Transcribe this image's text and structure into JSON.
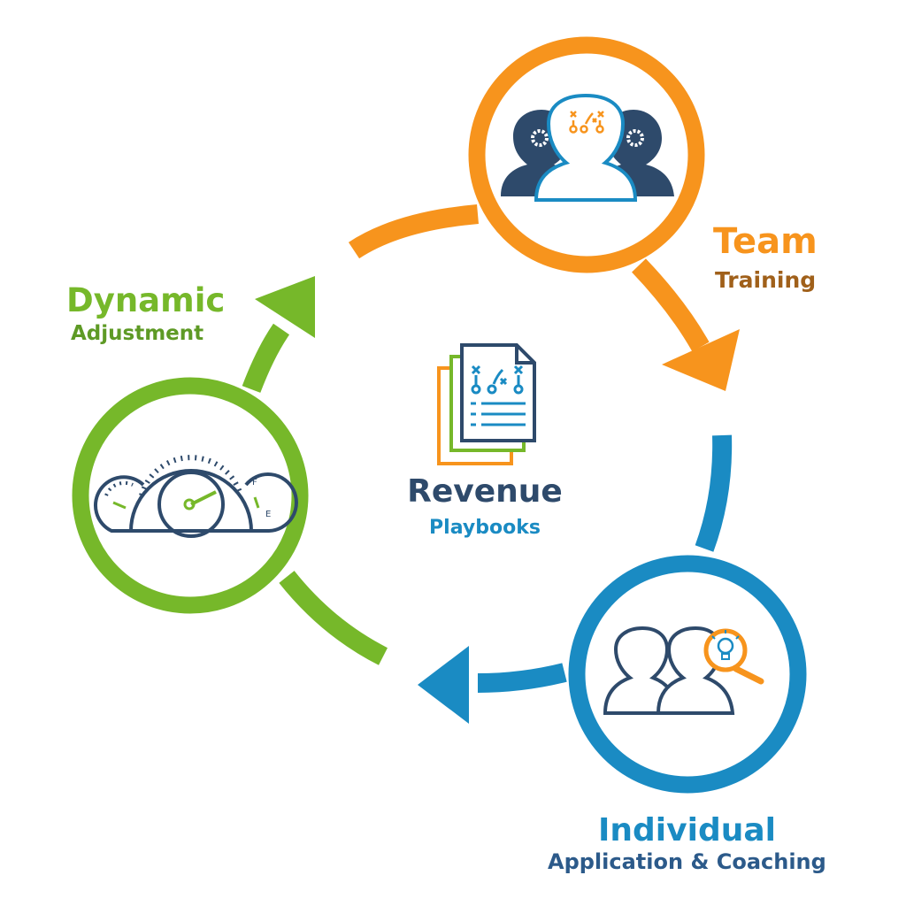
{
  "colors": {
    "orange": "#F7941D",
    "blue": "#1A8BC3",
    "green": "#76B82A",
    "navy": "#2E4A6B",
    "team_sub": "#A0601A",
    "dynamic_sub": "#5E9A25",
    "individual_sub": "#2C5A8A"
  },
  "center": {
    "title": "Revenue",
    "subtitle": "Playbooks",
    "icon": "playbook-documents-icon"
  },
  "stages": [
    {
      "title": "Team",
      "subtitle": "Training",
      "icon": "team-strategy-heads-icon",
      "color": "orange"
    },
    {
      "title": "Individual",
      "subtitle": "Application & Coaching",
      "icon": "coaching-insight-icon",
      "color": "blue"
    },
    {
      "title": "Dynamic",
      "subtitle": "Adjustment",
      "icon": "dashboard-gauges-icon",
      "color": "green"
    }
  ]
}
